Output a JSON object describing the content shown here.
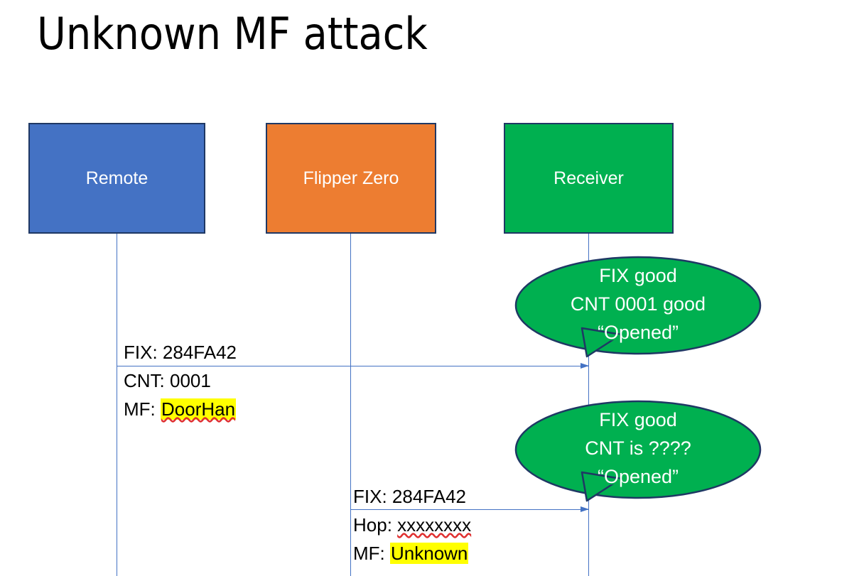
{
  "slide": {
    "title": "Unknown MF attack",
    "background": "#ffffff"
  },
  "colors": {
    "remote_fill": "#4472C4",
    "flipper_fill": "#ED7D31",
    "receiver_fill": "#00B050",
    "box_border": "#1F3864",
    "lifeline": "#4472C4",
    "arrow": "#4472C4",
    "highlight": "#FFFF00",
    "spellcheck_underline": "#E03030",
    "callout_fill": "#00B050",
    "callout_border": "#1F3864",
    "callout_text": "#FFFFFF"
  },
  "actors": [
    {
      "id": "remote",
      "label": "Remote"
    },
    {
      "id": "flipper",
      "label": "Flipper Zero"
    },
    {
      "id": "receiver",
      "label": "Receiver"
    }
  ],
  "messages": [
    {
      "id": "msg-1",
      "from": "remote",
      "to": "receiver",
      "lines": [
        {
          "prefix": "FIX: ",
          "value": "284FA42",
          "highlight": false,
          "spellcheck": false
        },
        {
          "prefix": "CNT: ",
          "value": "0001",
          "highlight": false,
          "spellcheck": false
        },
        {
          "prefix": "MF: ",
          "value": "DoorHan",
          "highlight": true,
          "spellcheck": true
        }
      ]
    },
    {
      "id": "msg-2",
      "from": "flipper",
      "to": "receiver",
      "lines": [
        {
          "prefix": "FIX: ",
          "value": "284FA42",
          "highlight": false,
          "spellcheck": false
        },
        {
          "prefix": "Hop: ",
          "value": "xxxxxxxx",
          "highlight": false,
          "spellcheck": true
        },
        {
          "prefix": "MF: ",
          "value": "Unknown",
          "highlight": true,
          "spellcheck": false
        }
      ]
    }
  ],
  "callouts": [
    {
      "id": "callout-1",
      "line1": "FIX good",
      "line2": "CNT 0001 good",
      "line3": "“Opened”"
    },
    {
      "id": "callout-2",
      "line1": "FIX good",
      "line2": "CNT is ????",
      "line3": "“Opened”"
    }
  ]
}
